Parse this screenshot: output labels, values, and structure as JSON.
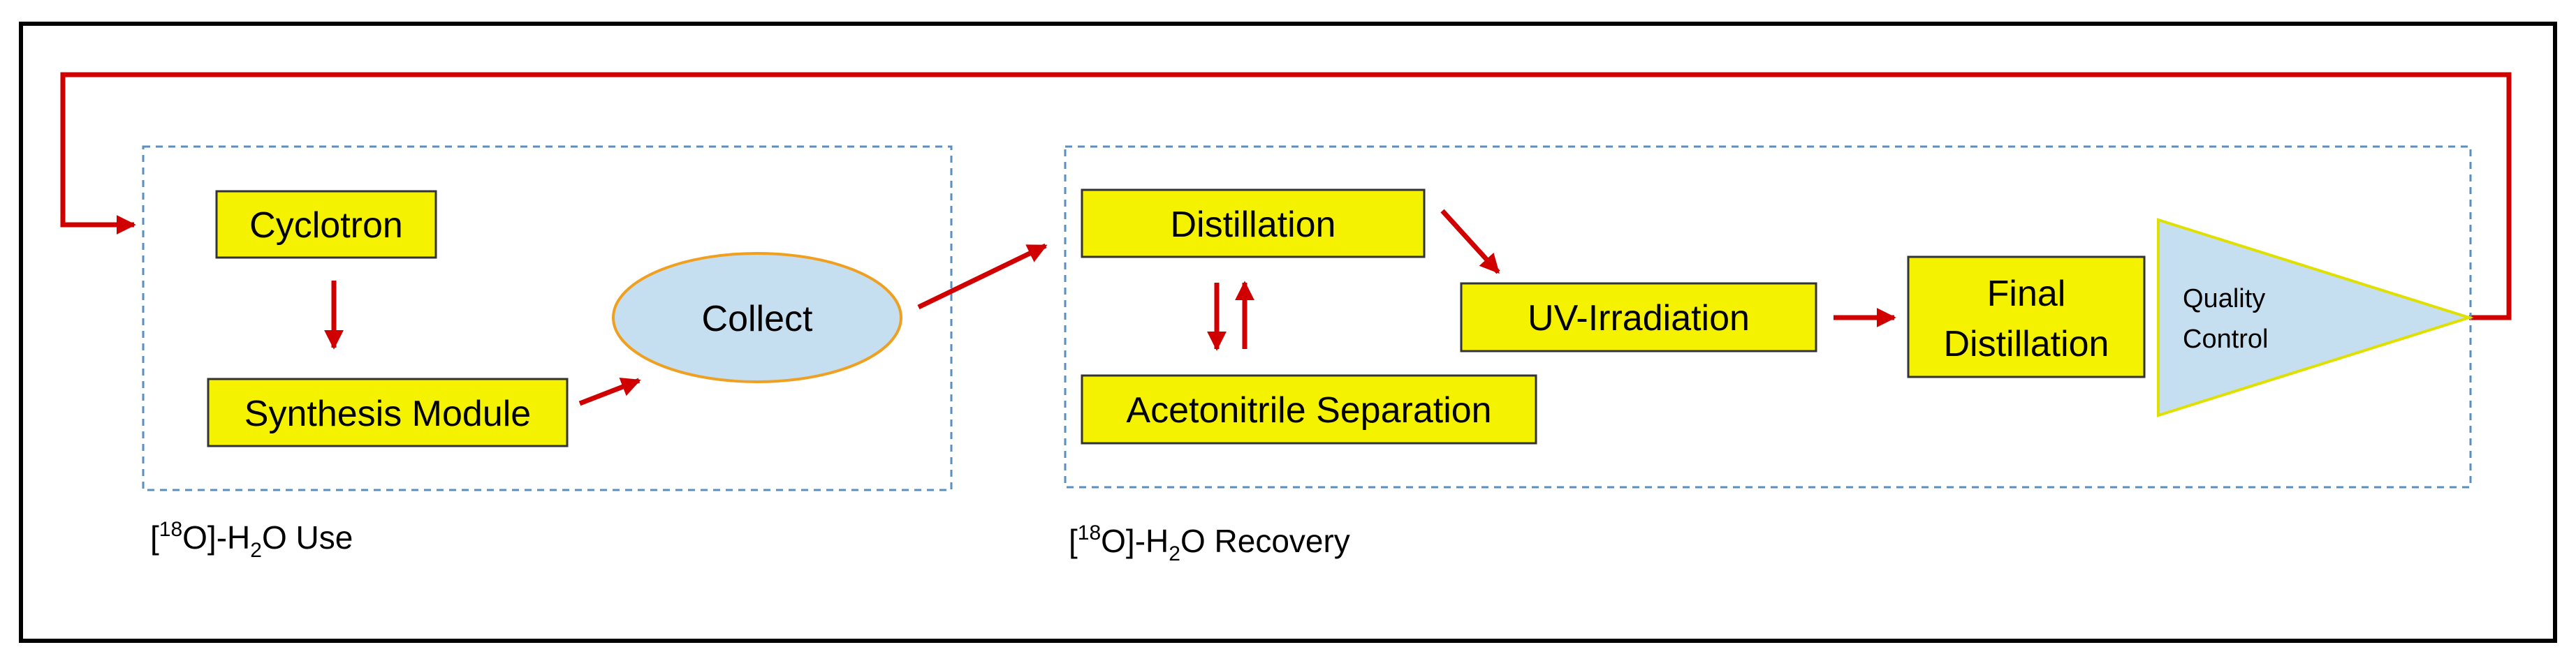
{
  "colors": {
    "arrow": "#d00000",
    "box_fill": "#f5f200",
    "box_stroke": "#333333",
    "ellipse_fill": "#c5def0",
    "ellipse_stroke": "#f0a020",
    "triangle_fill": "#c5def0",
    "triangle_stroke": "#e0e000",
    "group_border": "#5a8fc0",
    "frame": "#000000"
  },
  "use_group": {
    "cyclotron": "Cyclotron",
    "synthesis": "Synthesis Module",
    "collect": "Collect",
    "caption": {
      "open": "[",
      "isotope": "18",
      "mid": "O]-H",
      "sub": "2",
      "tail": "O Use"
    }
  },
  "recovery_group": {
    "distillation": "Distillation",
    "acetonitrile": "Acetonitrile Separation",
    "uv": "UV-Irradiation",
    "final_line1": "Final",
    "final_line2": "Distillation",
    "qc_line1": "Quality",
    "qc_line2": "Control",
    "caption": {
      "open": "[",
      "isotope": "18",
      "mid": "O]-H",
      "sub": "2",
      "tail": "O Recovery"
    }
  }
}
